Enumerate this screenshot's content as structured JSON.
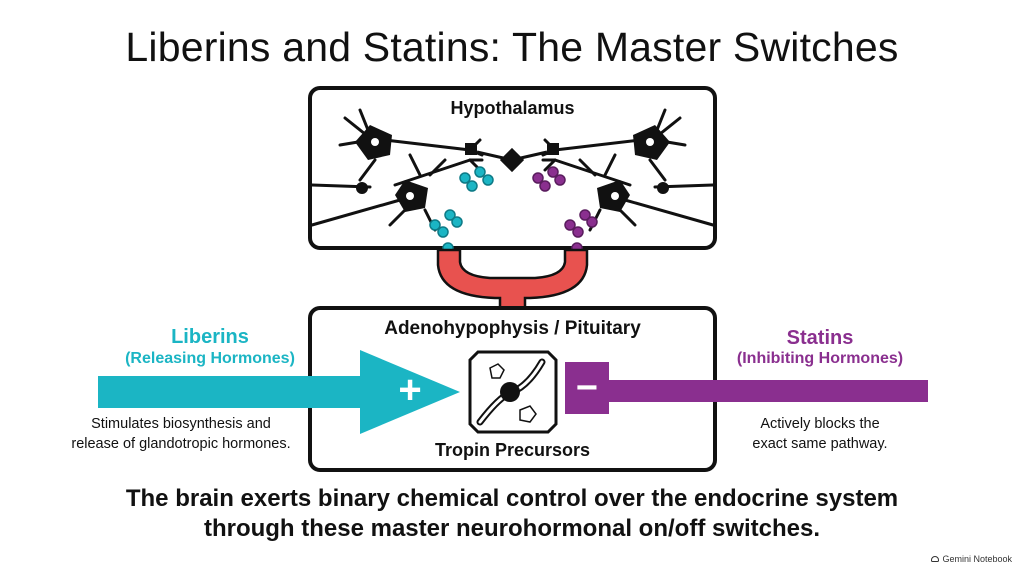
{
  "title": "Liberins and Statins: The Master Switches",
  "hypothalamus": {
    "label": "Hypothalamus"
  },
  "pituitary": {
    "label": "Adenohypophysis / Pituitary",
    "center_label": "Tropin Precursors"
  },
  "liberins": {
    "title": "Liberins",
    "subtitle": "(Releasing Hormones)",
    "sign": "+",
    "description_line1": "Stimulates biosynthesis and",
    "description_line2": "release of glandotropic hormones.",
    "color": "#1bb5c4"
  },
  "statins": {
    "title": "Statins",
    "subtitle": "(Inhibiting Hormones)",
    "sign": "−",
    "description_line1": "Actively blocks the",
    "description_line2": "exact same pathway.",
    "color": "#8a2f8f"
  },
  "caption": {
    "line1": "The brain exerts binary chemical control over the endocrine system",
    "line2": "through these master neurohormonal on/off switches."
  },
  "portal_color": "#e8524f",
  "watermark": "Gemini Notebook"
}
